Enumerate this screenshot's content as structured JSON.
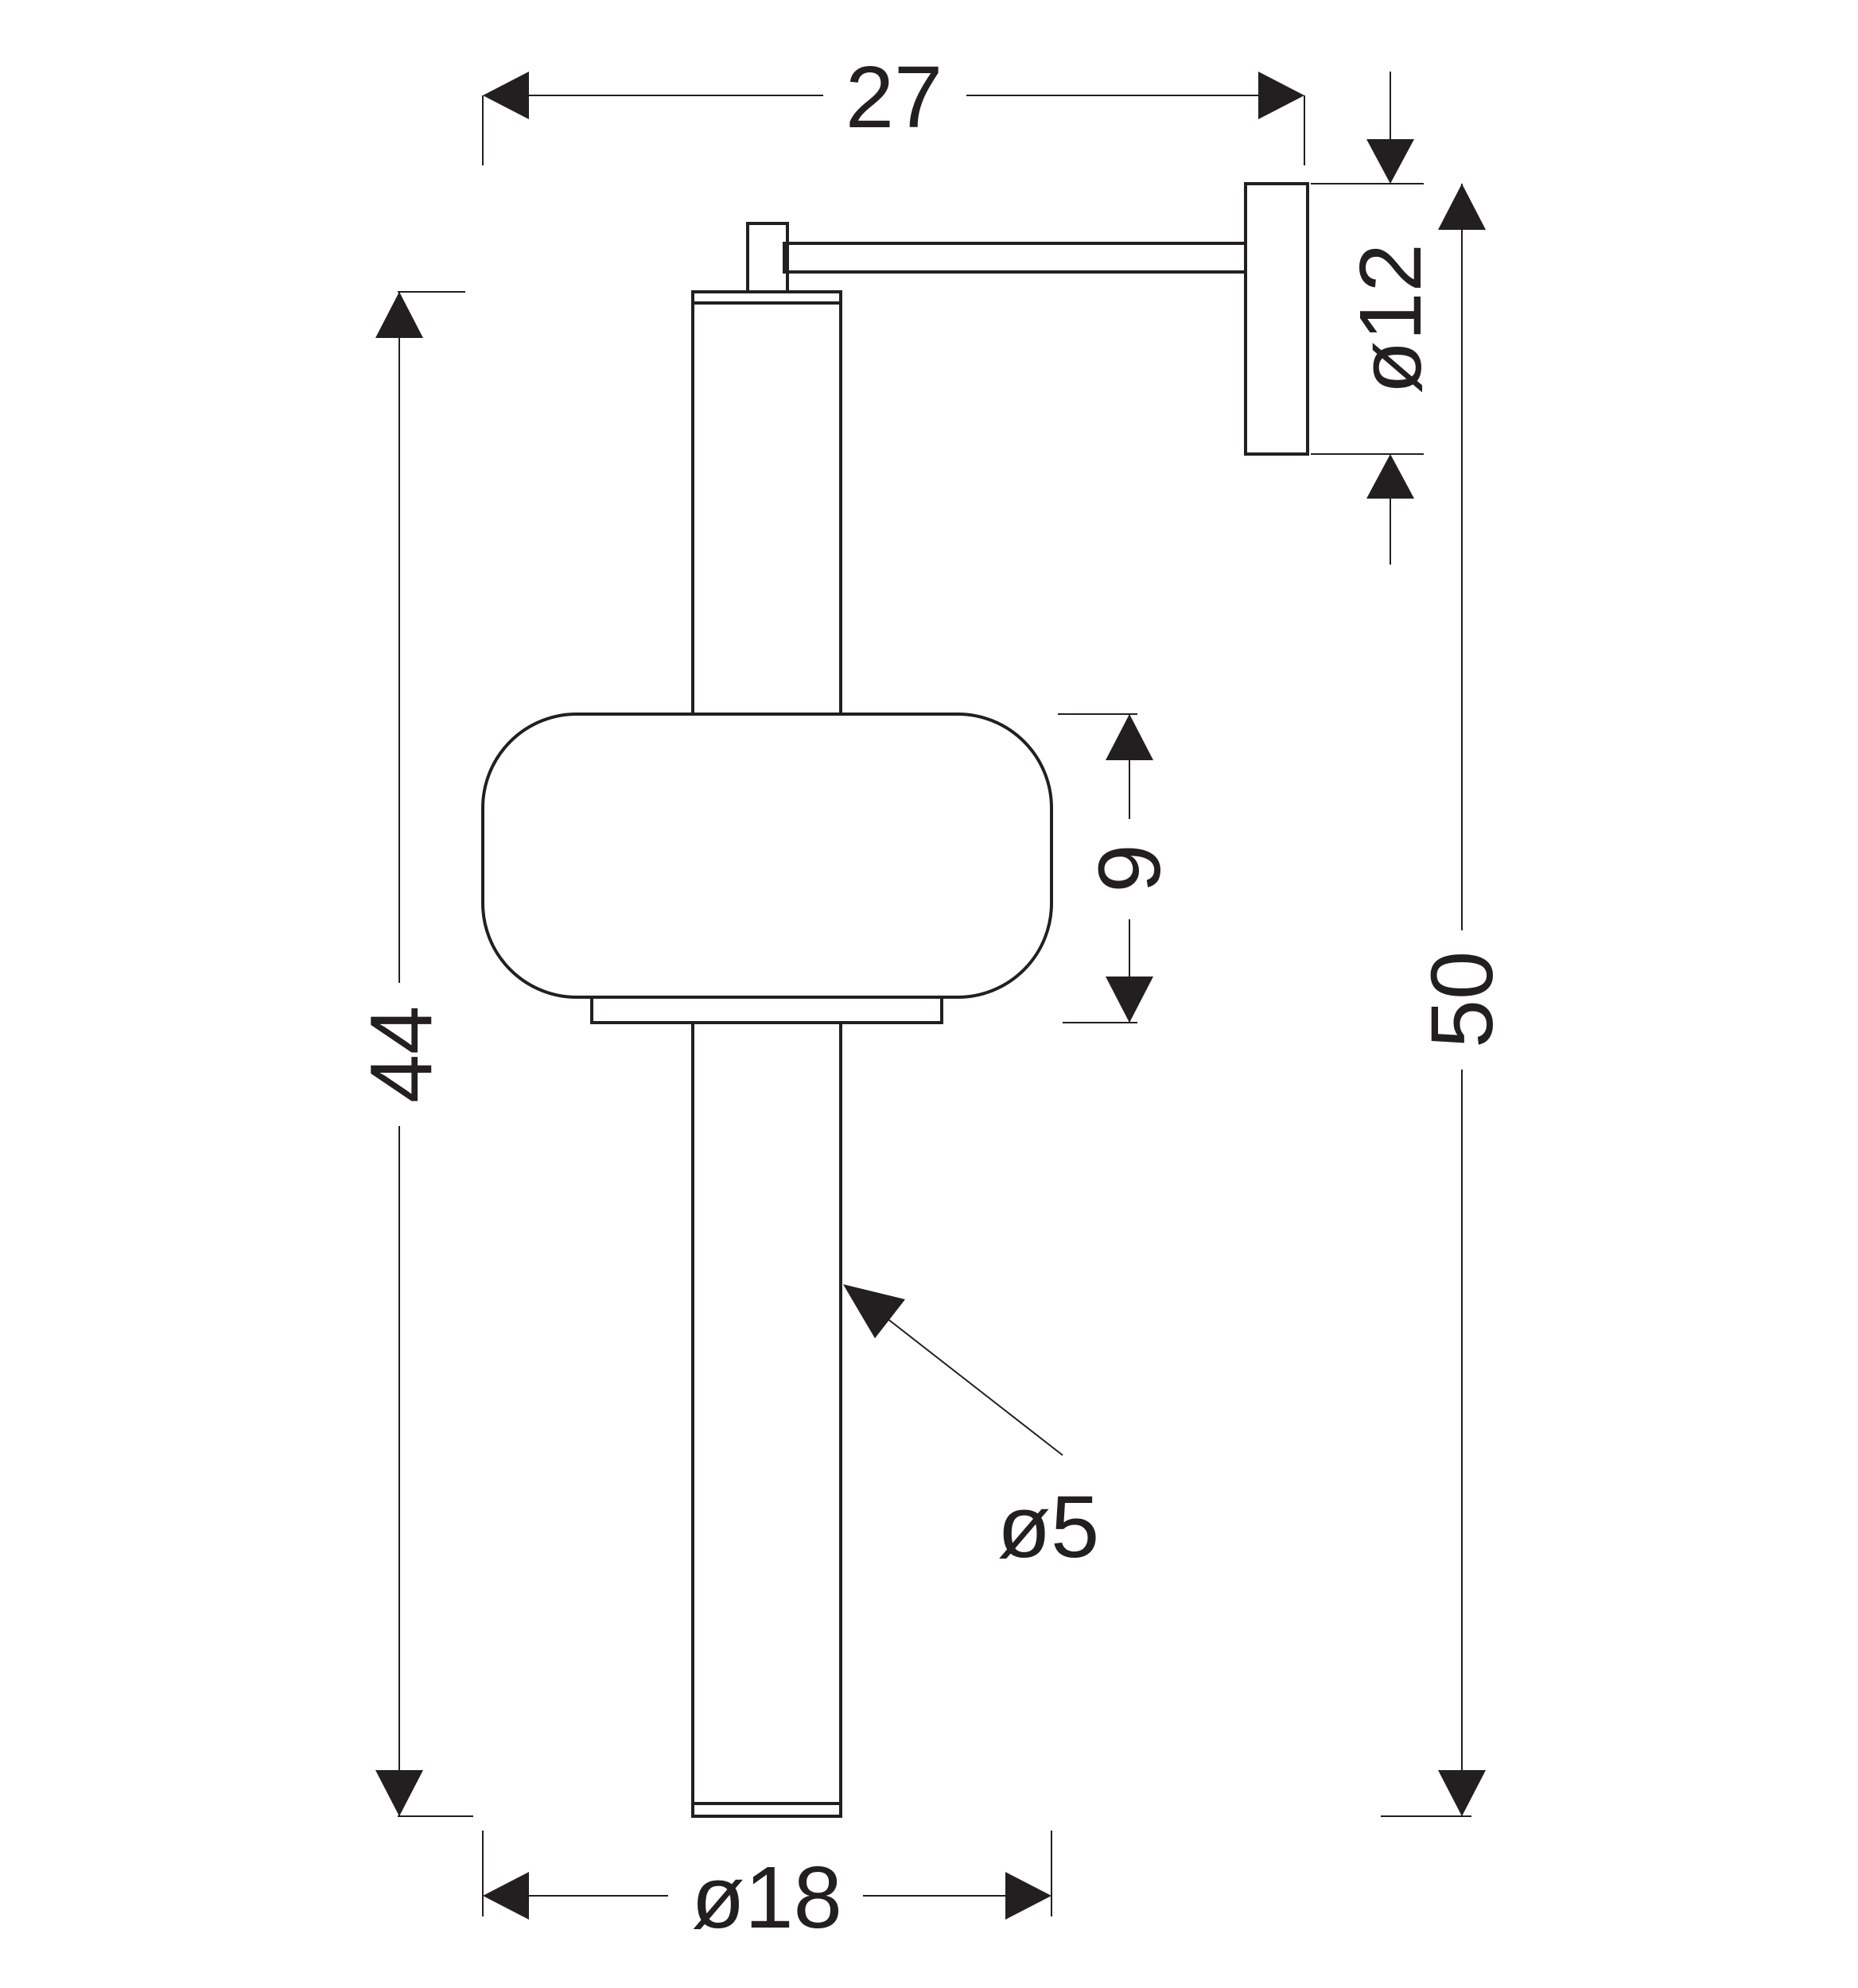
{
  "diagram": {
    "line_color": "#231f20",
    "background": "#ffffff",
    "dimensions": {
      "width_top": "27",
      "base_diameter": "ø12",
      "total_height": "50",
      "tube_height": "44",
      "shade_height": "9",
      "shade_diameter": "ø18",
      "tube_diameter": "ø5"
    }
  }
}
